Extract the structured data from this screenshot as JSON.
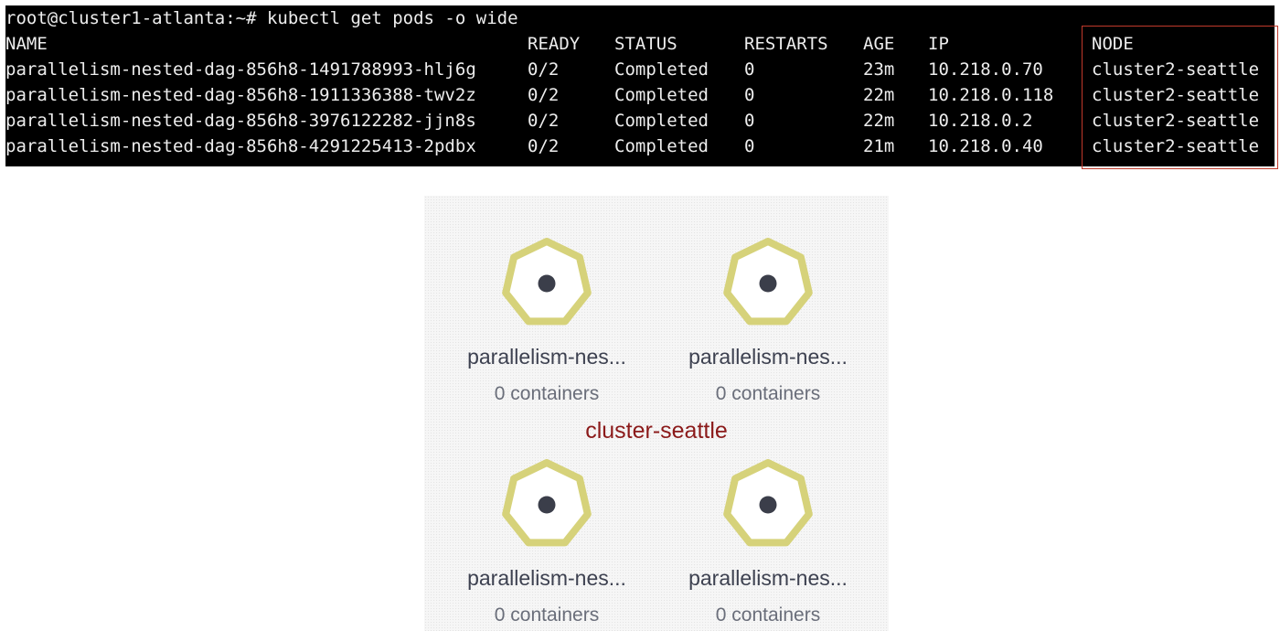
{
  "terminal": {
    "prompt_line": "root@cluster1-atlanta:~# kubectl get pods -o wide",
    "headers": {
      "name": "NAME",
      "ready": "READY",
      "status": "STATUS",
      "restarts": "RESTARTS",
      "age": "AGE",
      "ip": "IP",
      "node": "NODE"
    },
    "rows": [
      {
        "name": "parallelism-nested-dag-856h8-1491788993-hlj6g",
        "ready": "0/2",
        "status": "Completed",
        "restarts": "0",
        "age": "23m",
        "ip": "10.218.0.70",
        "node": "cluster2-seattle"
      },
      {
        "name": "parallelism-nested-dag-856h8-1911336388-twv2z",
        "ready": "0/2",
        "status": "Completed",
        "restarts": "0",
        "age": "22m",
        "ip": "10.218.0.118",
        "node": "cluster2-seattle"
      },
      {
        "name": "parallelism-nested-dag-856h8-3976122282-jjn8s",
        "ready": "0/2",
        "status": "Completed",
        "restarts": "0",
        "age": "22m",
        "ip": "10.218.0.2",
        "node": "cluster2-seattle"
      },
      {
        "name": "parallelism-nested-dag-856h8-4291225413-2pdbx",
        "ready": "0/2",
        "status": "Completed",
        "restarts": "0",
        "age": "21m",
        "ip": "10.218.0.40",
        "node": "cluster2-seattle"
      }
    ]
  },
  "graph": {
    "cluster_label": "cluster-seattle",
    "pods": [
      {
        "name": "parallelism-nes...",
        "containers": "0 containers",
        "icon": "pod-heptagon-icon"
      },
      {
        "name": "parallelism-nes...",
        "containers": "0 containers",
        "icon": "pod-heptagon-icon"
      },
      {
        "name": "parallelism-nes...",
        "containers": "0 containers",
        "icon": "pod-heptagon-icon"
      },
      {
        "name": "parallelism-nes...",
        "containers": "0 containers",
        "icon": "pod-heptagon-icon"
      }
    ]
  },
  "colors": {
    "terminal_bg": "#000000",
    "terminal_fg": "#ededed",
    "highlight_border": "#c0392b",
    "pod_outline": "#d6d27a",
    "pod_dot": "#3b3e4a",
    "cluster_label": "#8b1a1a"
  }
}
